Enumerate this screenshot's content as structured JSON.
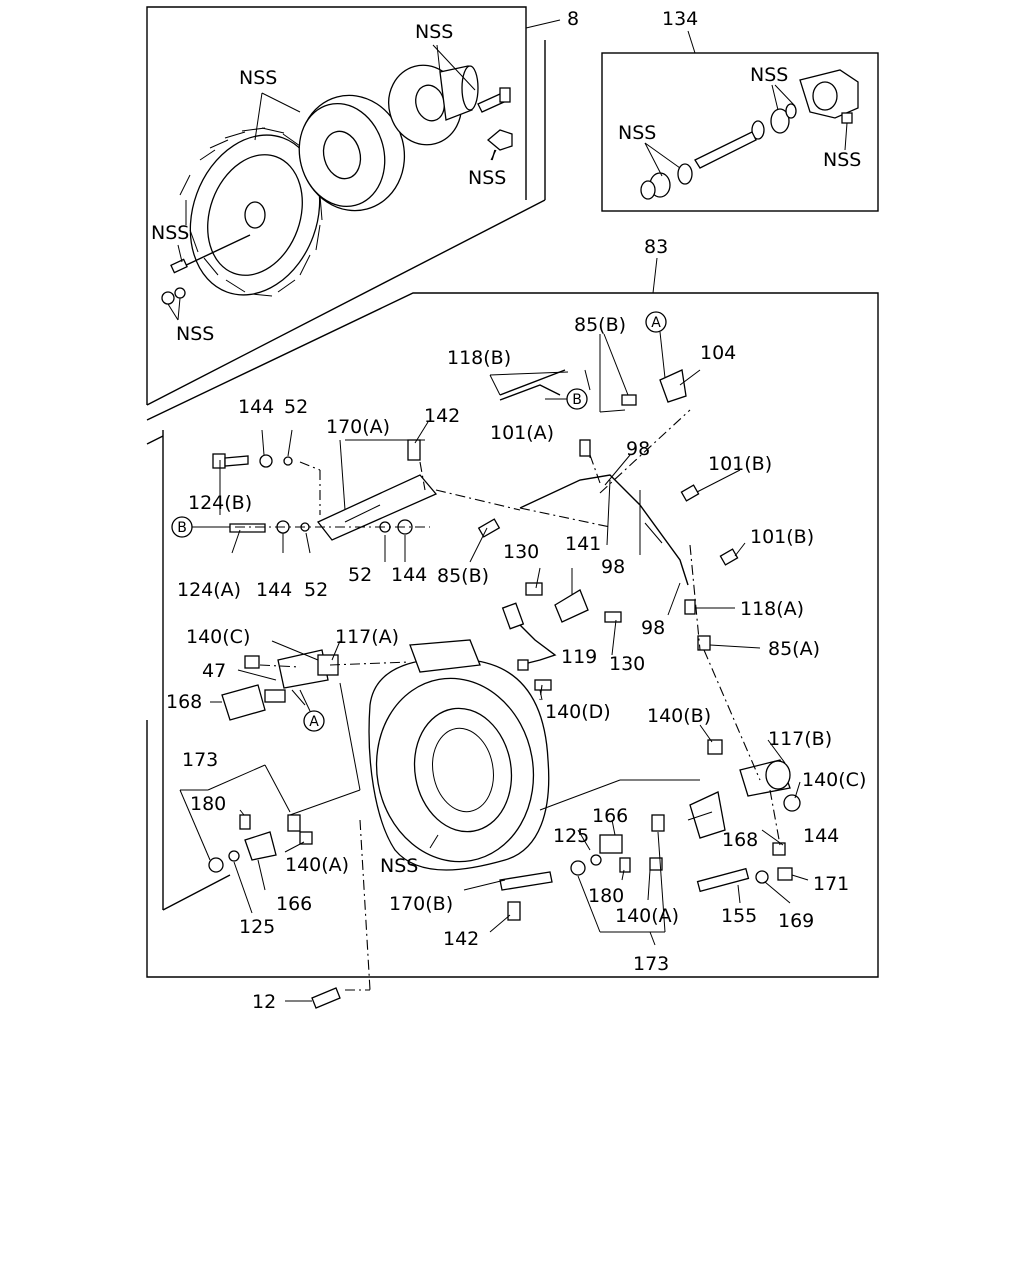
{
  "labels": {
    "l8": "8",
    "l134": "134",
    "l83": "83",
    "nss_top_bolt": "NSS",
    "nss_fan": "NSS",
    "nss_bolt2": "NSS",
    "nss_pin": "NSS",
    "nss_nut": "NSS",
    "nss_seal": "NSS",
    "nss_oring": "NSS",
    "nss_plug": "NSS",
    "nss_housing": "NSS",
    "l85b_top": "85(B)",
    "l104": "104",
    "l118b": "118(B)",
    "l144_a": "144",
    "l52_a": "52",
    "l170a": "170(A)",
    "l142_top": "142",
    "l101a": "101(A)",
    "l98_top": "98",
    "l101b_1": "101(B)",
    "l101b_2": "101(B)",
    "l124b": "124(B)",
    "l124a": "124(A)",
    "l144_b": "144",
    "l52_b": "52",
    "l52_c": "52",
    "l144_c": "144",
    "l85b_mid": "85(B)",
    "l98_mid": "98",
    "l130_a": "130",
    "l141": "141",
    "l118a": "118(A)",
    "l98_bot": "98",
    "l130_b": "130",
    "l85a": "85(A)",
    "l140c_left": "140(C)",
    "l117a": "117(A)",
    "l47": "47",
    "l119": "119",
    "l168_left": "168",
    "l140d": "140(D)",
    "l140b": "140(B)",
    "l117b": "117(B)",
    "l140c_right": "140(C)",
    "l173_left": "173",
    "l180_left": "180",
    "l166_right": "166",
    "l125_right": "125",
    "l168_right": "168",
    "l144_right": "144",
    "l140a_left": "140(A)",
    "l166_left": "166",
    "l125_left": "125",
    "l170b": "170(B)",
    "l180_right": "180",
    "l140a_right": "140(A)",
    "l155": "155",
    "l169": "169",
    "l171": "171",
    "l142_bot": "142",
    "l173_right": "173",
    "l12": "12"
  },
  "callouts": {
    "circle_a_top": "A",
    "circle_b_top": "B",
    "circle_b_left": "B",
    "circle_a_mid": "A"
  }
}
